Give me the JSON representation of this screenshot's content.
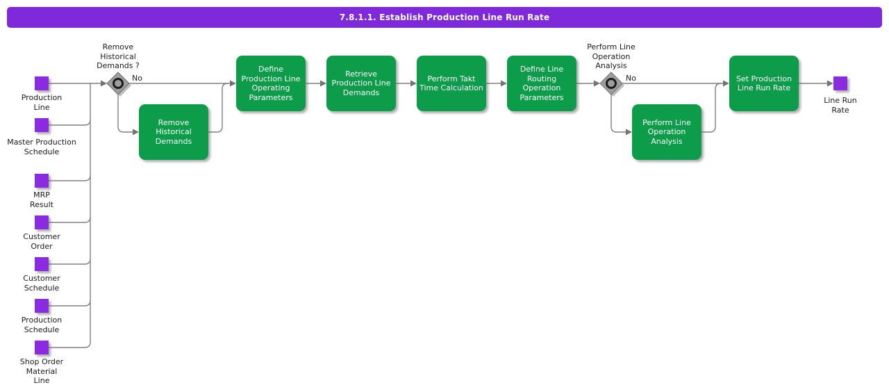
{
  "title": "7.8.1.1. Establish Production Line Run Rate",
  "colors": {
    "title_bar": "#7e2adb",
    "data_node": "#8a2be2",
    "activity": "#0d9c49",
    "connector": "#7f7f7f",
    "decision_node": "#9e9e9e"
  },
  "inputs": [
    {
      "label": "Production\nLine"
    },
    {
      "label": "Master Production\nSchedule"
    },
    {
      "label": "MRP\nResult"
    },
    {
      "label": "Customer\nOrder"
    },
    {
      "label": "Customer\nSchedule"
    },
    {
      "label": "Production\nSchedule"
    },
    {
      "label": "Shop Order\nMaterial\nLine"
    }
  ],
  "output": {
    "label": "Line Run\nRate"
  },
  "decisions": [
    {
      "label": "Remove\nHistorical\nDemands ?",
      "branch_label": "No"
    },
    {
      "label": "Perform Line\nOperation\nAnalysis",
      "branch_label": "No"
    }
  ],
  "activities": [
    {
      "label": "Remove\nHistorical\nDemands"
    },
    {
      "label": "Define\nProduction Line\nOperating\nParameters"
    },
    {
      "label": "Retrieve\nProduction Line\nDemands"
    },
    {
      "label": "Perform Takt\nTime Calculation"
    },
    {
      "label": "Define Line\nRouting\nOperation\nParameters"
    },
    {
      "label": "Perform Line\nOperation\nAnalysis"
    },
    {
      "label": "Set Production\nLine Run Rate"
    }
  ]
}
